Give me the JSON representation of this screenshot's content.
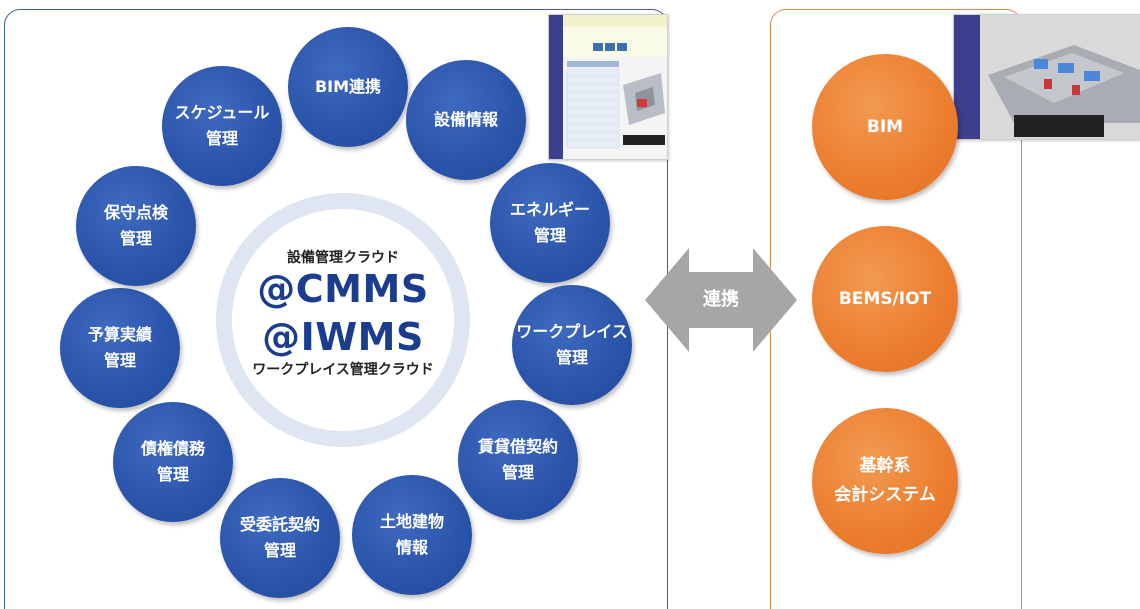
{
  "center": {
    "subtitle_top": "設備管理クラウド",
    "logo_cmms": "CMMS",
    "logo_iwms": "IWMS",
    "at_symbol": "@",
    "subtitle_bottom": "ワークプレイス管理クラウド"
  },
  "modules": [
    {
      "label": "BIM連携"
    },
    {
      "label": "設備情報"
    },
    {
      "label": "エネルギー\n管理"
    },
    {
      "label": "ワークプレイス\n管理"
    },
    {
      "label": "賃貸借契約\n管理"
    },
    {
      "label": "土地建物\n情報"
    },
    {
      "label": "受委託契約\n管理"
    },
    {
      "label": "債権債務\n管理"
    },
    {
      "label": "予算実績\n管理"
    },
    {
      "label": "保守点検\n管理"
    },
    {
      "label": "スケジュール\n管理"
    }
  ],
  "link_arrow": {
    "label": "連携"
  },
  "external_systems": [
    {
      "label": "BIM"
    },
    {
      "label": "BEMS/IOT"
    },
    {
      "label": "基幹系\n会計システム"
    }
  ],
  "colors": {
    "module_blue": "#2a54aa",
    "external_orange": "#ec7d2e",
    "arrow_gray": "#a6a6a6",
    "logo_navy": "#1a3d8f"
  }
}
